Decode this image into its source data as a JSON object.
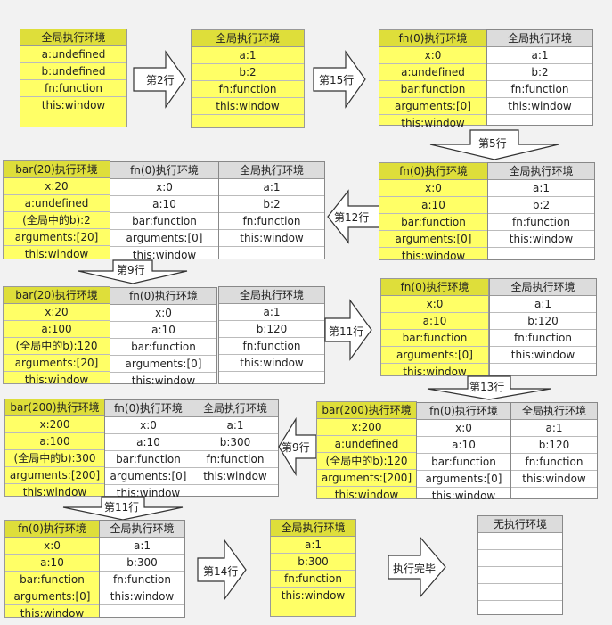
{
  "labels": {
    "global": "全局执行环境",
    "fn0": "fn(0)执行环境",
    "bar20": "bar(20)执行环境",
    "bar200": "bar(200)执行环境",
    "none": "无执行环境"
  },
  "rows": {
    "g1": [
      "a:undefined",
      "b:undefined",
      "fn:function",
      "this:window"
    ],
    "g2": [
      "a:1",
      "b:2",
      "fn:function",
      "this:window",
      ""
    ],
    "g3": [
      "a:1",
      "b:120",
      "fn:function",
      "this:window",
      ""
    ],
    "g4": [
      "a:1",
      "b:300",
      "fn:function",
      "this:window",
      ""
    ],
    "f1": [
      "x:0",
      "a:undefined",
      "bar:function",
      "arguments:[0]",
      "this:window"
    ],
    "f2": [
      "x:0",
      "a:10",
      "bar:function",
      "arguments:[0]",
      "this:window"
    ],
    "bar20a": [
      "x:20",
      "a:undefined",
      "(全局中的b):2",
      "arguments:[20]",
      "this:window"
    ],
    "bar20b": [
      "x:20",
      "a:100",
      "(全局中的b):120",
      "arguments:[20]",
      "this:window"
    ],
    "bar200a": [
      "x:200",
      "a:undefined",
      "(全局中的b):120",
      "arguments:[200]",
      "this:window"
    ],
    "bar200b": [
      "x:200",
      "a:100",
      "(全局中的b):300",
      "arguments:[200]",
      "this:window"
    ],
    "empty": [
      "",
      "",
      "",
      "",
      ""
    ]
  },
  "arrows": {
    "line2": "第2行",
    "line15": "第15行",
    "line5": "第5行",
    "line12": "第12行",
    "line9": "第9行",
    "line11": "第11行",
    "line13": "第13行",
    "line14": "第14行",
    "done": "执行完毕"
  }
}
